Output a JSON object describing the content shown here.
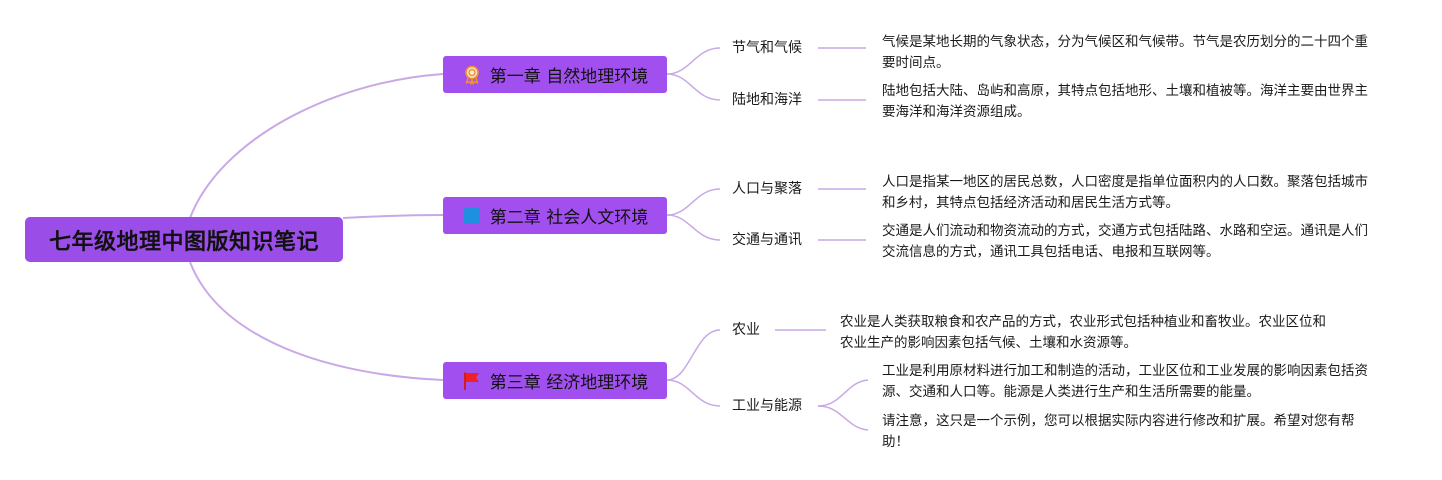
{
  "root": {
    "title": "七年级地理中图版知识笔记"
  },
  "chapters": [
    {
      "title": "第一章 自然地理环境",
      "icon": "award-ribbon-icon",
      "topics": [
        {
          "label": "节气和气候",
          "notes": [
            "气候是某地长期的气象状态，分为气候区和气候带。节气是农历划分的二十四个重要时间点。"
          ]
        },
        {
          "label": "陆地和海洋",
          "notes": [
            "陆地包括大陆、岛屿和高原，其特点包括地形、土壤和植被等。海洋主要由世界主要海洋和海洋资源组成。"
          ]
        }
      ]
    },
    {
      "title": "第二章 社会人文环境",
      "icon": "blue-square-icon",
      "topics": [
        {
          "label": "人口与聚落",
          "notes": [
            "人口是指某一地区的居民总数，人口密度是指单位面积内的人口数。聚落包括城市和乡村，其特点包括经济活动和居民生活方式等。"
          ]
        },
        {
          "label": "交通与通讯",
          "notes": [
            "交通是人们流动和物资流动的方式，交通方式包括陆路、水路和空运。通讯是人们交流信息的方式，通讯工具包括电话、电报和互联网等。"
          ]
        }
      ]
    },
    {
      "title": "第三章 经济地理环境",
      "icon": "red-flag-icon",
      "topics": [
        {
          "label": "农业",
          "notes": [
            "农业是人类获取粮食和农产品的方式，农业形式包括种植业和畜牧业。农业区位和农业生产的影响因素包括气候、土壤和水资源等。"
          ]
        },
        {
          "label": "工业与能源",
          "notes": [
            "工业是利用原材料进行加工和制造的活动，工业区位和工业发展的影响因素包括资源、交通和人口等。能源是人类进行生产和生活所需要的能量。",
            "请注意，这只是一个示例，您可以根据实际内容进行修改和扩展。希望对您有帮助！"
          ]
        }
      ]
    }
  ],
  "colors": {
    "root_fill": "#9b4de8",
    "chapter_fill": "#a24ff0",
    "link_stroke": "#c9a8e6"
  }
}
